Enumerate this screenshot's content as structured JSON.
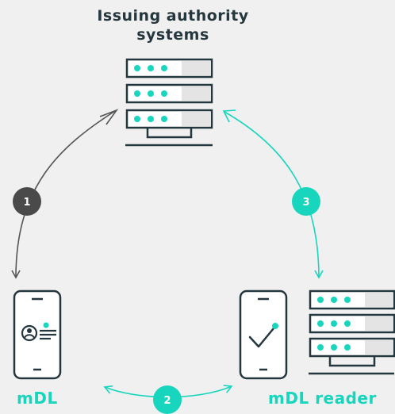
{
  "diagram": {
    "title_line1": "Issuing authority",
    "title_line2": "systems",
    "mdl_label": "mDL",
    "reader_label": "mDL reader",
    "steps": [
      {
        "number": "1",
        "color": "#4a4a4a"
      },
      {
        "number": "2",
        "color": "#18d5bd"
      },
      {
        "number": "3",
        "color": "#18d5bd"
      }
    ],
    "colors": {
      "dark": "#24373e",
      "accent": "#18d5bd",
      "grey": "#555555",
      "background": "#f0f0f0"
    },
    "icons": [
      "server-icon",
      "mobile-id-icon",
      "mobile-check-icon",
      "reader-server-icon"
    ]
  }
}
